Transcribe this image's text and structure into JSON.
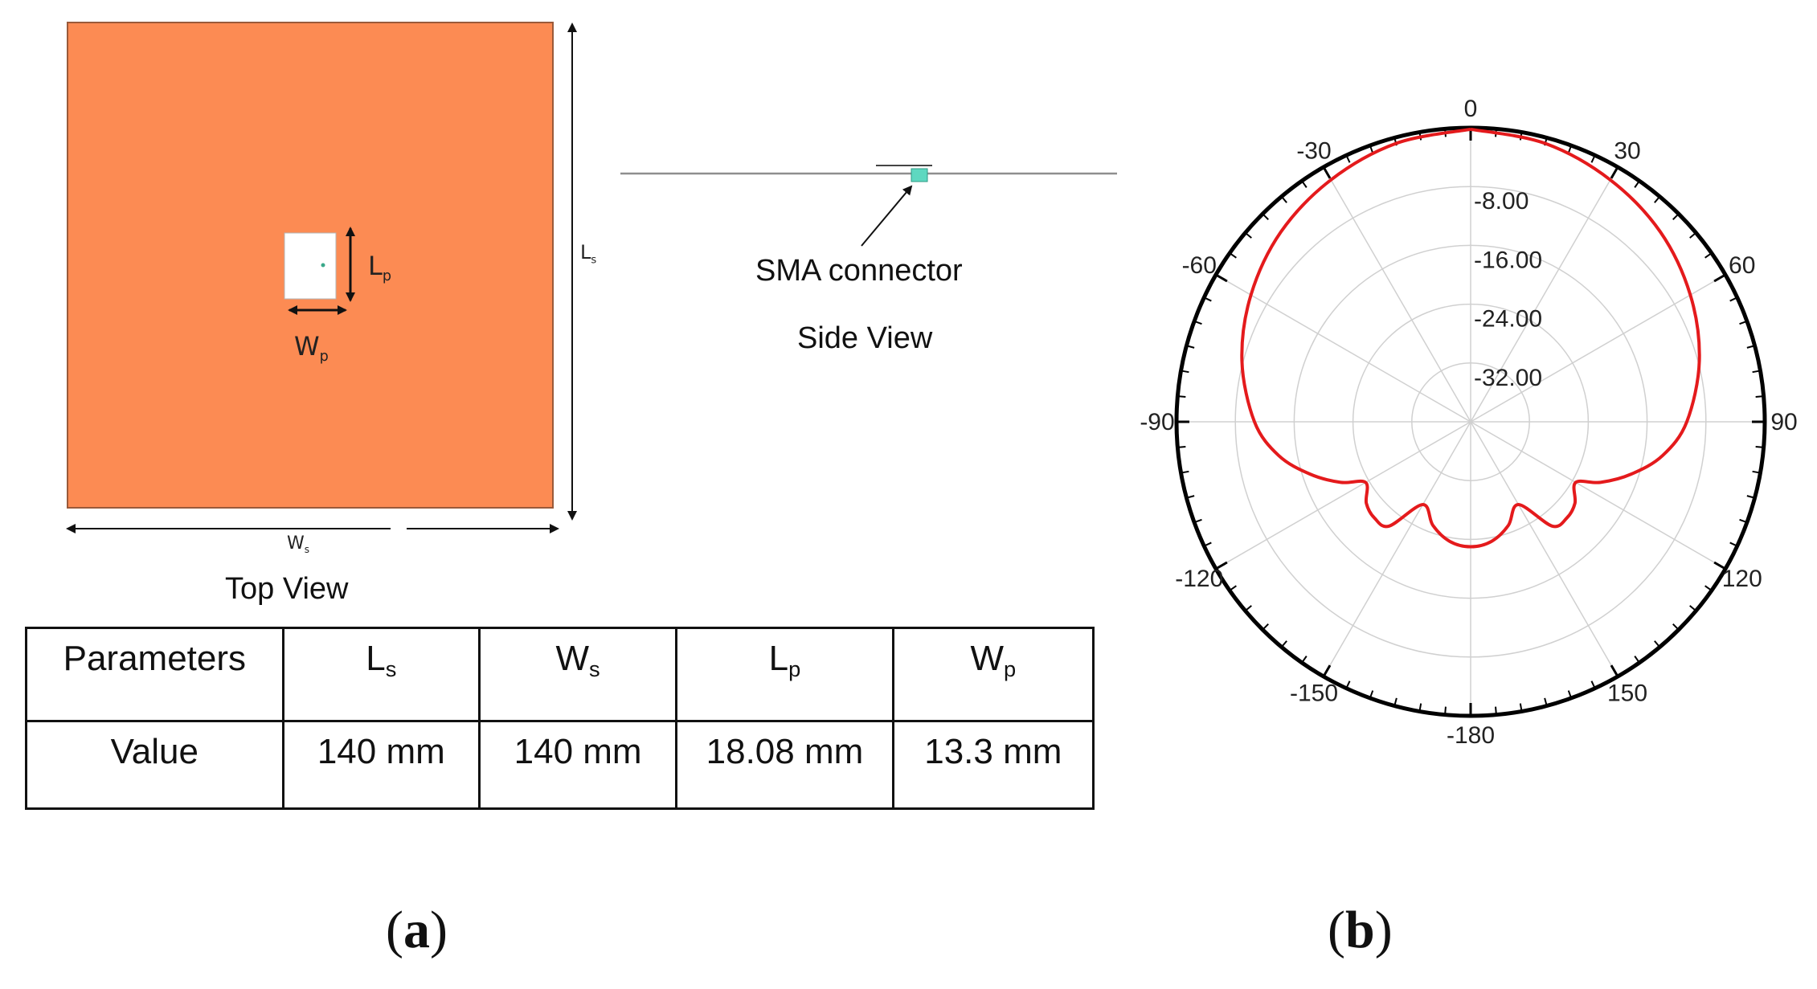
{
  "panel_a": {
    "label": "a",
    "top_view": {
      "title": "Top View",
      "Ls_label": {
        "main": "L",
        "sub": "s"
      },
      "Ws_label": {
        "main": "W",
        "sub": "s"
      },
      "Lp_label": {
        "main": "L",
        "sub": "p"
      },
      "Wp_label": {
        "main": "W",
        "sub": "p"
      },
      "substrate_color": "#FC8B53"
    },
    "side_view": {
      "title": "Side View",
      "connector_label": "SMA connector",
      "connector_color": "#5ED8C0"
    },
    "table": {
      "row_header": "Parameters",
      "columns": [
        {
          "main": "L",
          "sub": "s"
        },
        {
          "main": "W",
          "sub": "s"
        },
        {
          "main": "L",
          "sub": "p"
        },
        {
          "main": "W",
          "sub": "p"
        }
      ],
      "value_header": "Value",
      "values": [
        "140 mm",
        "140 mm",
        "18.08 mm",
        "13.3 mm"
      ]
    }
  },
  "panel_b": {
    "label": "b",
    "chart_data": {
      "type": "polar",
      "angle_labels": [
        "0",
        "30",
        "60",
        "90",
        "120",
        "150",
        "-180",
        "-150",
        "-120",
        "-90",
        "-60",
        "-30"
      ],
      "radial_labels": [
        "-8.00",
        "-16.00",
        "-24.00",
        "-32.00"
      ],
      "radial_range_db": [
        -40,
        0
      ],
      "grid": true,
      "series": [
        {
          "color": "#E41A1C",
          "theta_deg": [
            0,
            15,
            30,
            45,
            60,
            75,
            90,
            100,
            108,
            115,
            120,
            128,
            135,
            142,
            150,
            160,
            170,
            180,
            190,
            200,
            210,
            218,
            225,
            232,
            240,
            245,
            252,
            260,
            270,
            285,
            300,
            315,
            330,
            345,
            360
          ],
          "gain_db": [
            -0.2,
            -0.8,
            -2,
            -3.5,
            -5.5,
            -7.8,
            -10.6,
            -13.5,
            -17,
            -20.5,
            -23.5,
            -22,
            -21.5,
            -22,
            -27,
            -25,
            -23.5,
            -23,
            -23.5,
            -25,
            -27,
            -22,
            -21.5,
            -22,
            -23.5,
            -20.5,
            -17,
            -13.5,
            -10.6,
            -7.8,
            -5.5,
            -3.5,
            -2,
            -0.8,
            -0.2
          ]
        }
      ]
    }
  }
}
